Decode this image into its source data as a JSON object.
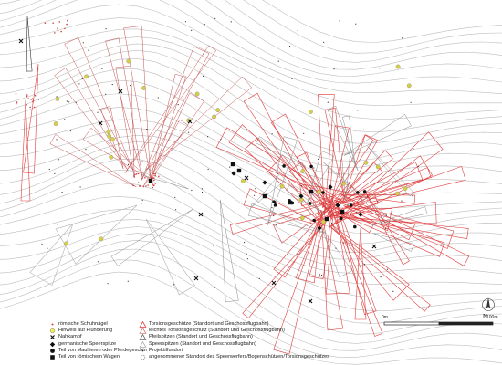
{
  "map": {
    "colors": {
      "contour": "#bdbdbd",
      "torsion": "#e03c3c",
      "light_torsion": "#c85050",
      "arrows": "#8a8a8a",
      "spear": "#b0b0b0",
      "projectile": "#333333",
      "sling": "#d8d040",
      "nail": "#d04040"
    },
    "symbols": {
      "shoe_nail": "red-dot-icon",
      "plunder_hint": "yellow-circle-icon",
      "handgun": "cross-icon",
      "spear_tip": "black-diamond-icon",
      "pack_saddle": "black-circle-icon",
      "wagon_part": "black-square-icon"
    }
  },
  "legend_left": [
    {
      "label": "römische Schuhnägel"
    },
    {
      "label": "Hinweis auf Plünderung"
    },
    {
      "label": "Nahkampf"
    },
    {
      "label": "germanische Speerspitze"
    },
    {
      "label": "Teil von Maultieren oder Pferdegeschirr"
    },
    {
      "label": "Teil von römischem Wagen"
    }
  ],
  "legend_right": [
    {
      "label": "Torsionsgeschütze (Standort und Geschossflugbahn)"
    },
    {
      "label": "leichtes Torsionsgeschütz (Standort und Geschossflugbahn)"
    },
    {
      "label": "Pfeilspitzen (Standort und Geschossflugbahn)"
    },
    {
      "label": "Speerspitzen (Standort und Geschossflugbahn)"
    },
    {
      "label": "Projektilfundort"
    },
    {
      "label": "angenommener Standort des Speerwerfers/Bogenschützen/Torsionsgeschützes"
    }
  ],
  "scale": {
    "start": "0m",
    "end": "100m"
  }
}
